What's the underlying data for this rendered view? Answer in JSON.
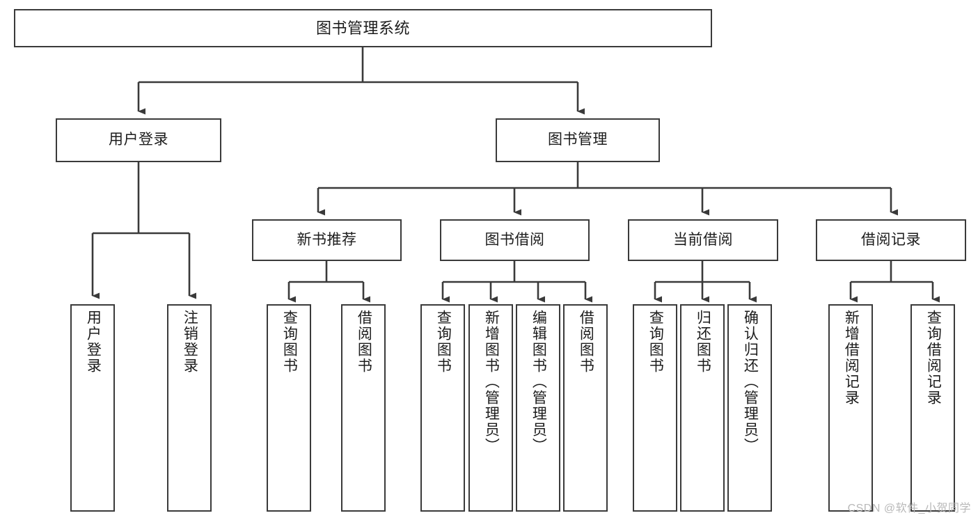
{
  "diagram": {
    "title": "图书管理系统",
    "watermark": "CSDN @软件_小贺同学",
    "line_color": "#3a3a3a",
    "box_fill": "#ffffff",
    "text_color": "#1c1c1c",
    "watermark_color": "#b9b9b9",
    "nodes": {
      "root": {
        "label": "图书管理系统"
      },
      "level1": [
        {
          "label": "用户登录"
        },
        {
          "label": "图书管理"
        }
      ],
      "level2": [
        {
          "label": "新书推荐"
        },
        {
          "label": "图书借阅"
        },
        {
          "label": "当前借阅"
        },
        {
          "label": "借阅记录"
        }
      ],
      "leaves_user_login": [
        {
          "label": "用户登录"
        },
        {
          "label": "注销登录"
        }
      ],
      "leaves_new_books": [
        {
          "label": "查询图书"
        },
        {
          "label": "借阅图书"
        }
      ],
      "leaves_borrow": [
        {
          "label": "查询图书"
        },
        {
          "label": "新增图书（管理员）"
        },
        {
          "label": "编辑图书（管理员）"
        },
        {
          "label": "借阅图书"
        }
      ],
      "leaves_current": [
        {
          "label": "查询图书"
        },
        {
          "label": "归还图书"
        },
        {
          "label": "确认归还（管理员）"
        }
      ],
      "leaves_records": [
        {
          "label": "新增借阅记录"
        },
        {
          "label": "查询借阅记录"
        }
      ]
    }
  }
}
